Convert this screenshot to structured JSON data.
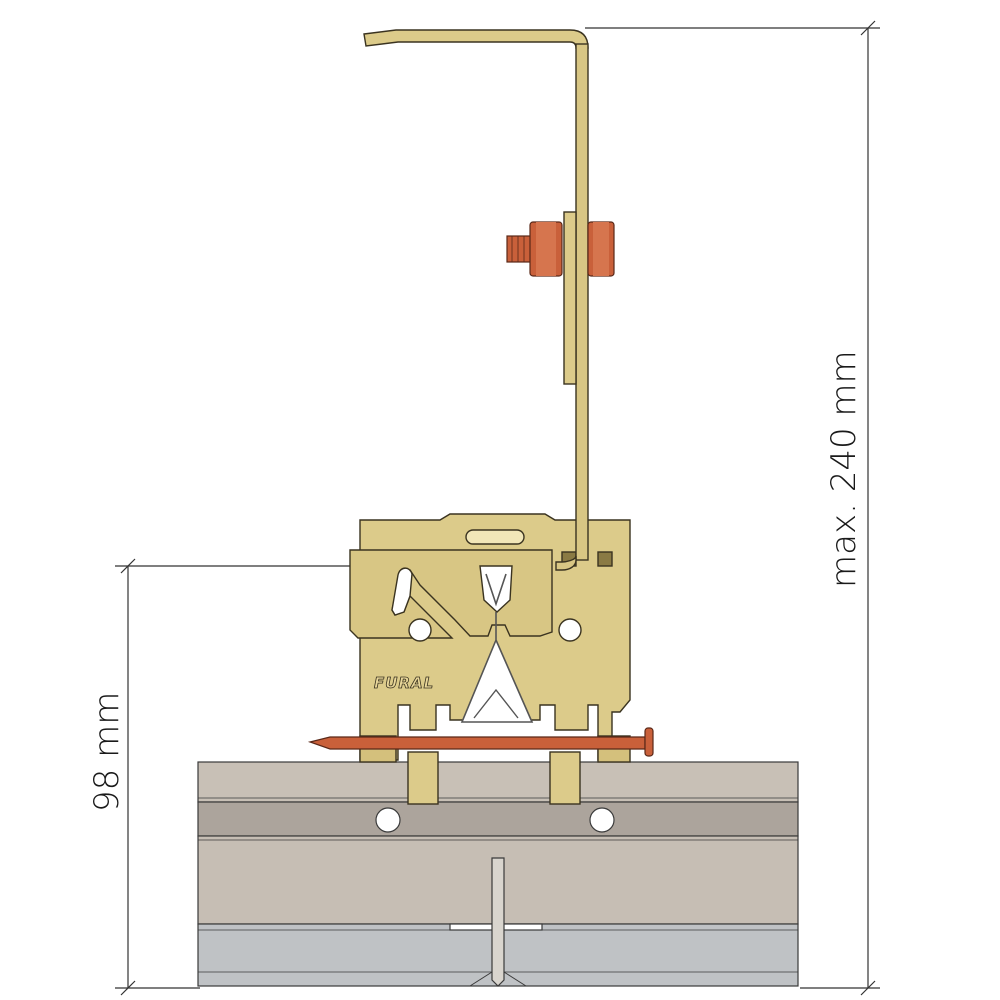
{
  "dimensions": {
    "max_height_label": "max. 240 mm",
    "base_height_label": "98 mm"
  },
  "bracket": {
    "logo_text": "FURAL"
  },
  "colors": {
    "brass": "#dccb8a",
    "brass_dark": "#a89658",
    "copper": "#c9603a",
    "steel_light": "#c8c0b6",
    "steel_mid": "#aca49c",
    "steel_blue": "#bfc2c5",
    "outline": "#3a3320"
  }
}
